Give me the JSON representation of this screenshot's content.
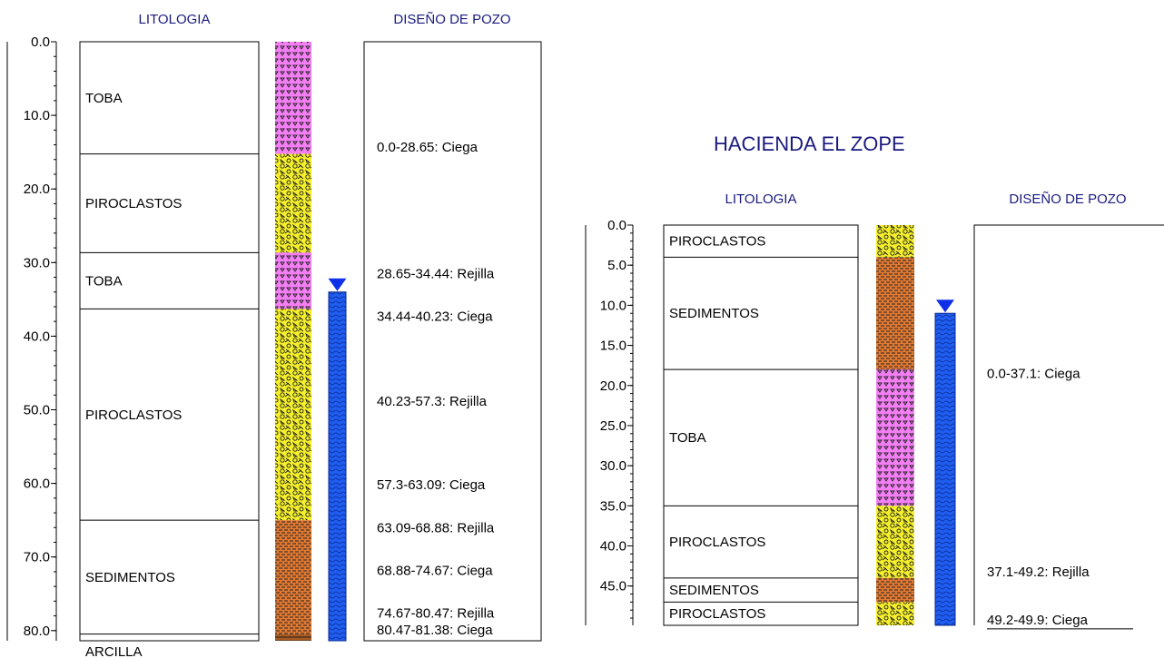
{
  "logs": [
    {
      "title": "",
      "header_lithology": "LITOLOGIA",
      "header_design": "DISEÑO DE POZO",
      "depth_axis": {
        "ticks": [
          "0.0",
          "10.0",
          "20.0",
          "30.0",
          "40.0",
          "50.0",
          "60.0",
          "70.0",
          "80.0"
        ],
        "tick_values": [
          0,
          10,
          20,
          30,
          40,
          50,
          60,
          70,
          80
        ],
        "minor_step": 2
      },
      "max_depth": 81.38,
      "layers": [
        {
          "name": "TOBA",
          "top": 0,
          "bottom": 15.24,
          "pattern": "toba"
        },
        {
          "name": "PIROCLASTOS",
          "top": 15.24,
          "bottom": 28.65,
          "pattern": "piro"
        },
        {
          "name": "TOBA",
          "top": 28.65,
          "bottom": 36.3,
          "pattern": "toba"
        },
        {
          "name": "PIROCLASTOS",
          "top": 36.3,
          "bottom": 65.0,
          "pattern": "piro"
        },
        {
          "name": "SEDIMENTOS",
          "top": 65.0,
          "bottom": 80.47,
          "pattern": "sed"
        },
        {
          "name": "ARCILLA",
          "top": 80.47,
          "bottom": 81.38,
          "pattern": "arc"
        }
      ],
      "water_level": 34.0,
      "well_design": [
        {
          "label": "0.0-28.65: Ciega",
          "depth": 14.3
        },
        {
          "label": "28.65-34.44: Rejilla",
          "depth": 31.5
        },
        {
          "label": "34.44-40.23: Ciega",
          "depth": 37.3
        },
        {
          "label": "40.23-57.3: Rejilla",
          "depth": 48.8
        },
        {
          "label": "57.3-63.09: Ciega",
          "depth": 60.2
        },
        {
          "label": "63.09-68.88: Rejilla",
          "depth": 66.0
        },
        {
          "label": "68.88-74.67: Ciega",
          "depth": 71.8
        },
        {
          "label": "74.67-80.47: Rejilla",
          "depth": 77.6
        },
        {
          "label": "80.47-81.38: Ciega",
          "depth": 79.9
        }
      ]
    },
    {
      "title": "HACIENDA EL ZOPE",
      "header_lithology": "LITOLOGIA",
      "header_design": "DISEÑO DE POZO",
      "depth_axis": {
        "ticks": [
          "0.0",
          "5.0",
          "10.0",
          "15.0",
          "20.0",
          "25.0",
          "30.0",
          "35.0",
          "40.0",
          "45.0"
        ],
        "tick_values": [
          0,
          5,
          10,
          15,
          20,
          25,
          30,
          35,
          40,
          45
        ],
        "minor_step": 1
      },
      "max_depth": 49.9,
      "layers": [
        {
          "name": "PIROCLASTOS",
          "top": 0,
          "bottom": 4.0,
          "pattern": "piro"
        },
        {
          "name": "SEDIMENTOS",
          "top": 4.0,
          "bottom": 18.0,
          "pattern": "sed"
        },
        {
          "name": "TOBA",
          "top": 18.0,
          "bottom": 35.0,
          "pattern": "toba"
        },
        {
          "name": "PIROCLASTOS",
          "top": 35.0,
          "bottom": 44.0,
          "pattern": "piro"
        },
        {
          "name": "SEDIMENTOS",
          "top": 44.0,
          "bottom": 47.0,
          "pattern": "sed"
        },
        {
          "name": "PIROCLASTOS",
          "top": 47.0,
          "bottom": 49.9,
          "pattern": "piro"
        }
      ],
      "water_level": 11.0,
      "well_design": [
        {
          "label": "0.0-37.1: Ciega",
          "depth": 18.5
        },
        {
          "label": "37.1-49.2: Rejilla",
          "depth": 43.2
        },
        {
          "label": "49.2-49.9: Ciega",
          "depth": 49.2
        }
      ]
    }
  ],
  "colors": {
    "toba": "#f47ef4",
    "piro": "#f5f02a",
    "sed": "#e27a33",
    "arc": "#a85a20",
    "water": "#1f5df0",
    "water_marker": "#1030e8",
    "header": "#1a1a80"
  }
}
